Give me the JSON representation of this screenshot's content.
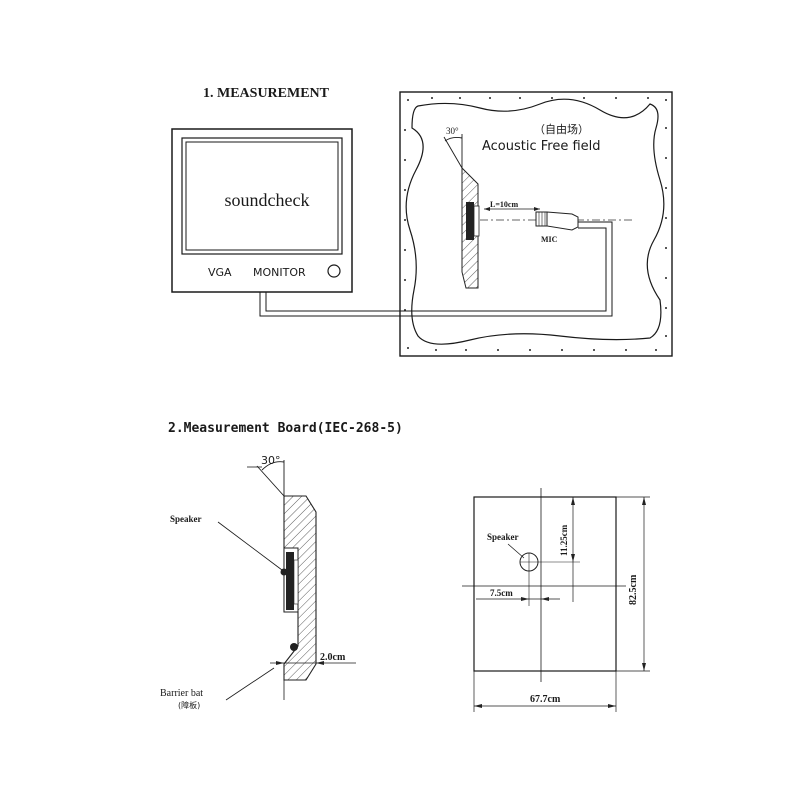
{
  "section1": {
    "title": "1.  MEASUREMENT",
    "monitor": {
      "screen_text": "soundcheck",
      "label_vga": "VGA",
      "label_monitor": "MONITOR"
    },
    "chamber": {
      "label_cn": "（自由场）",
      "label_en": "Acoustic Free field",
      "angle": "30°",
      "distance": "L=10cm",
      "mic": "MIC"
    }
  },
  "section2": {
    "title": "2.Measurement Board(IEC-268-5)",
    "side_view": {
      "angle": "30°",
      "speaker": "Speaker",
      "thickness": "2.0cm",
      "barrier": "Barrier bat",
      "barrier_cn": "(障板)"
    },
    "front_view": {
      "speaker": "Speaker",
      "offset_y": "11.25cm",
      "offset_x": "7.5cm",
      "height": "82.5cm",
      "width": "67.7cm"
    }
  }
}
